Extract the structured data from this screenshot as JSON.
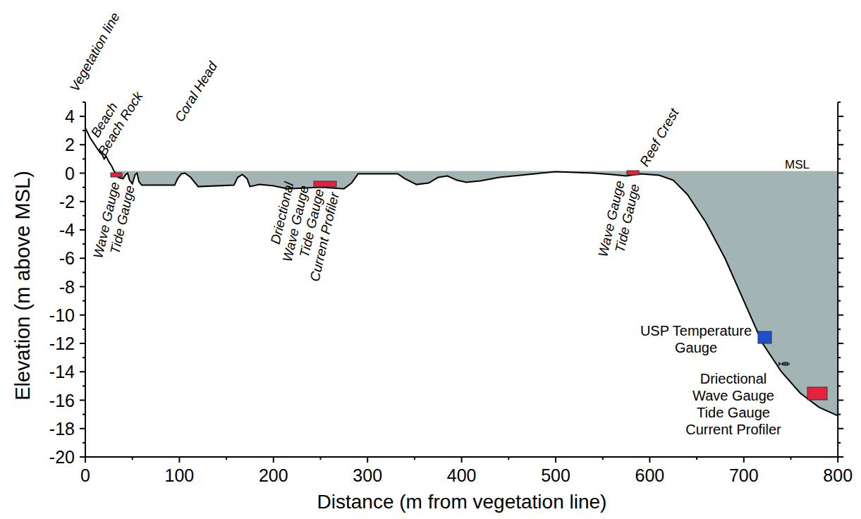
{
  "diagram": {
    "labels": [
      "Vegetation line",
      "Beach",
      "Beach Rock",
      "Coral Head",
      "Reef Crest",
      "MSL",
      "Wave Gauge Tide Gauge",
      "Driectional Wave Gauge Tide Gauge Current Profiler",
      "Wave Gauge Tide Gauge",
      "USP Temperature Gauge",
      "Driectional Wave Gauge Tide Gauge Current Profiler",
      "Elevation (m above MSL)",
      "Distance (m from vegetation line)",
      "4",
      "2",
      "0",
      "-2",
      "-4",
      "-6",
      "-8",
      "-10",
      "-12",
      "-14",
      "-16",
      "-18",
      "-20",
      "0",
      "100",
      "200",
      "300",
      "400",
      "500",
      "600",
      "700",
      "800"
    ]
  }
}
